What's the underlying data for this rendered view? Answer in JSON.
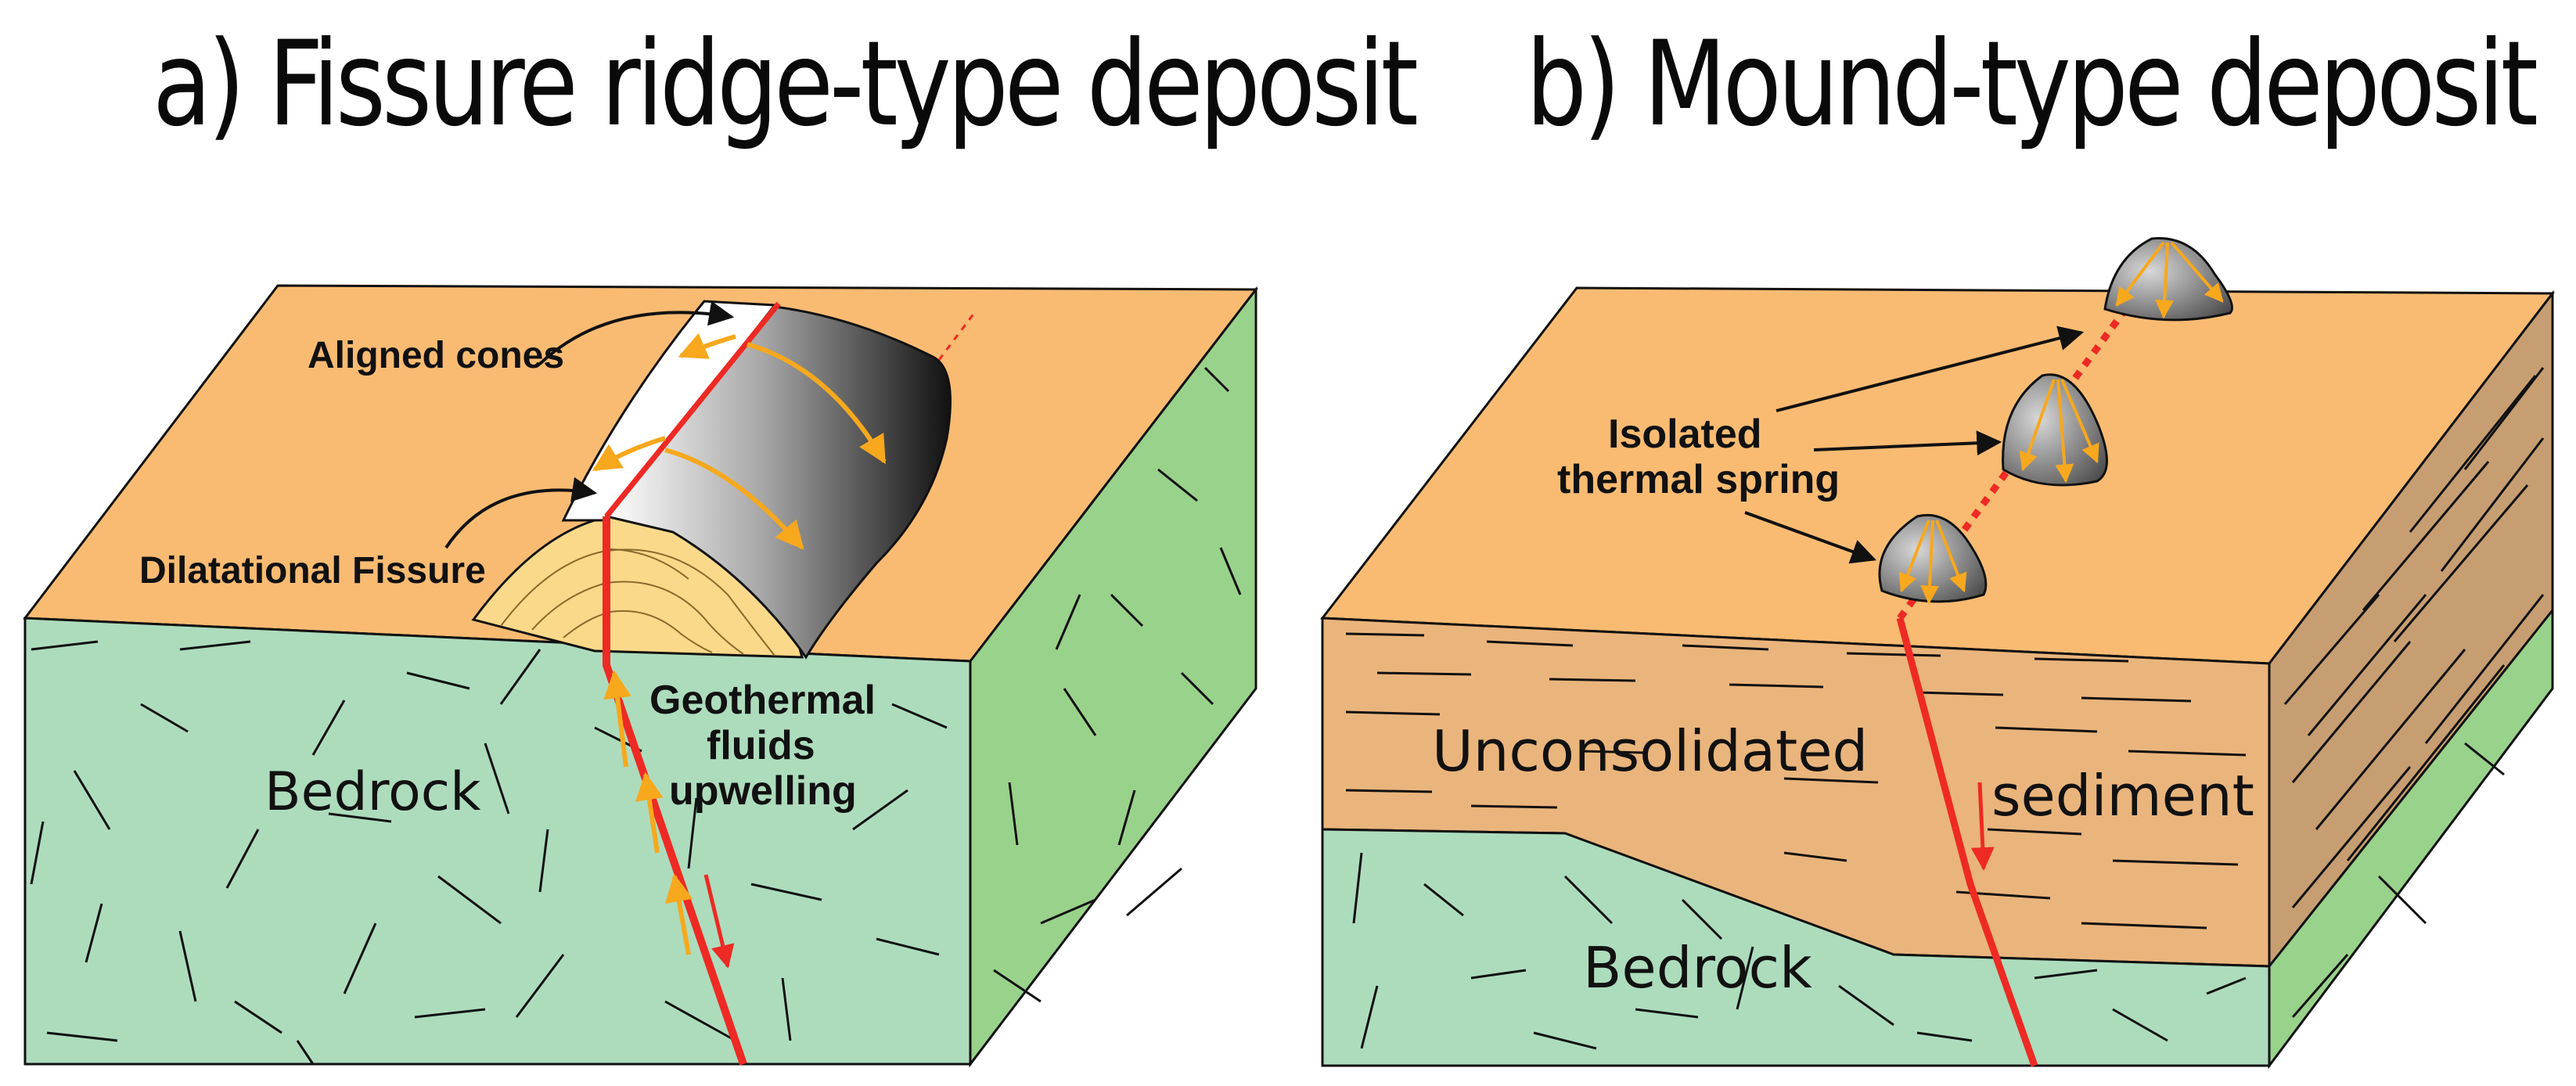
{
  "titles": {
    "a": "a) Fissure ridge-type deposit",
    "b": "b) Mound-type deposit"
  },
  "panel_a": {
    "labels": {
      "aligned_cones": "Aligned cones",
      "dilatational_fissure": "Dilatational Fissure",
      "geothermal_1": "Geothermal",
      "geothermal_2": "fluids",
      "geothermal_3": "upwelling",
      "bedrock": "Bedrock"
    }
  },
  "panel_b": {
    "labels": {
      "isolated_1": "Isolated",
      "isolated_2": "thermal spring",
      "unconsolidated": "Unconsolidated",
      "sediment": "sediment",
      "bedrock": "Bedrock"
    }
  },
  "colors": {
    "surface": "#f9bb72",
    "bedrock_front": "#addcbd",
    "bedrock_side": "#99d28b",
    "sediment_front": "#eab57c",
    "sediment_side": "#c79e72",
    "ridge_layers": "#fbd98a",
    "fault": "#ee2a24",
    "flow_arrow": "#f7a81d"
  }
}
